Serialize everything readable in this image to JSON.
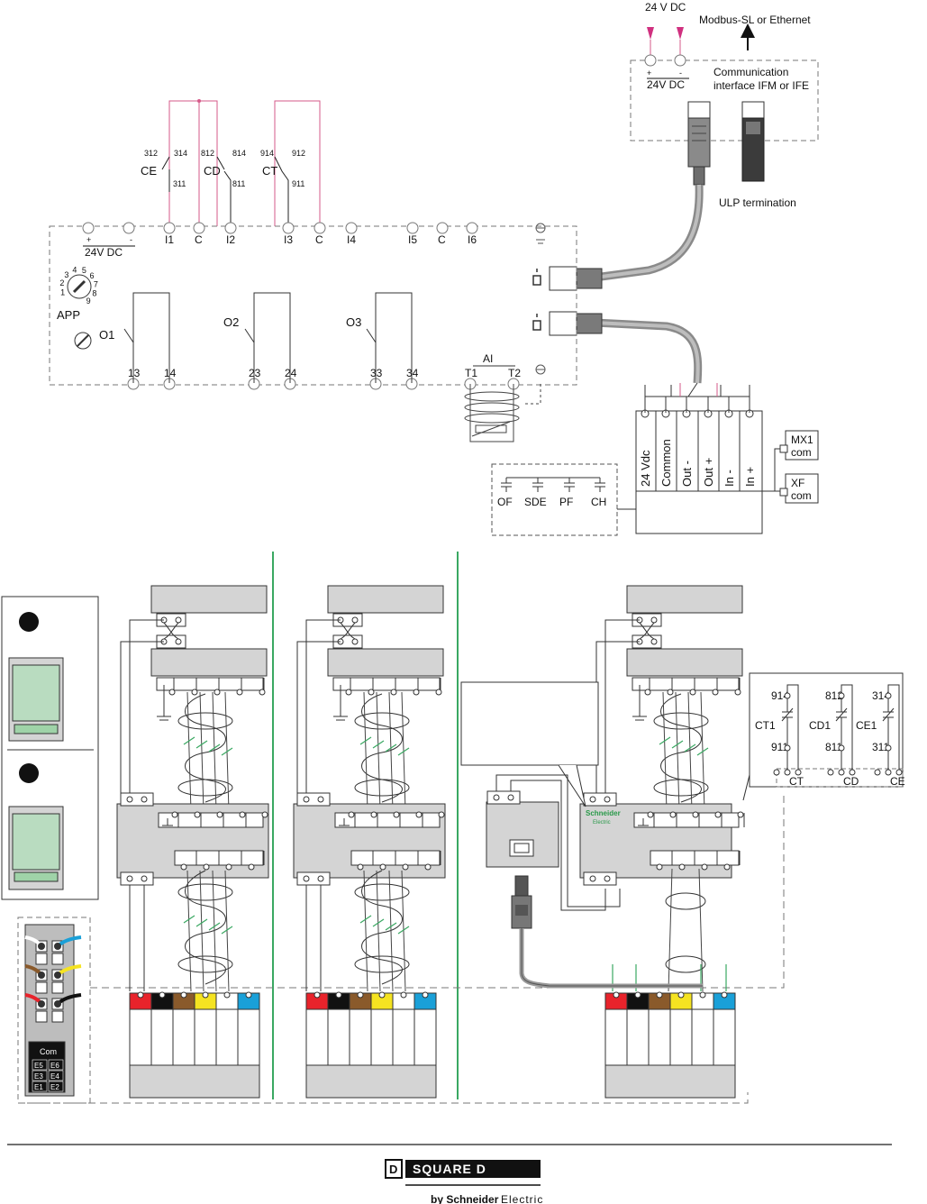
{
  "top": {
    "power_label": "24 V DC",
    "network_label": "Modbus-SL or Ethernet",
    "comm_interface_label": "Communication interface IFM or IFE",
    "comm_24v_label": "24V DC",
    "ulp_termination_label": "ULP termination",
    "io_module": {
      "power_label": "24V DC",
      "plus_label": "+",
      "minus_label": "-",
      "input_terminals": [
        "I1",
        "C",
        "I2",
        "I3",
        "C",
        "I4",
        "I5",
        "C",
        "I6"
      ],
      "output_terminals": [
        "13",
        "14",
        "23",
        "24",
        "33",
        "34",
        "T1",
        "T2"
      ],
      "outputs": [
        "O1",
        "O2",
        "O3"
      ],
      "app_label": "APP",
      "ai_label": "AI",
      "dial_digits": [
        "1",
        "2",
        "3",
        "4",
        "5",
        "6",
        "7",
        "8",
        "9"
      ]
    },
    "contacts": [
      {
        "label": "CE",
        "pins": [
          "312",
          "314",
          "311"
        ]
      },
      {
        "label": "CD",
        "pins": [
          "812",
          "814",
          "811"
        ]
      },
      {
        "label": "CT",
        "pins": [
          "914",
          "912",
          "911"
        ]
      }
    ],
    "breaker_terminals": [
      "24 Vdc",
      "Common",
      "Out -",
      "Out +",
      "In -",
      "In +"
    ],
    "accessories": [
      "MX1 com",
      "XF com"
    ],
    "indicators": [
      "OF",
      "SDE",
      "PF",
      "CH"
    ]
  },
  "bottom": {
    "switch_labels": [
      "914",
      "812",
      "314",
      "CT1",
      "CD1",
      "CE1",
      "911",
      "811",
      "311",
      "CT",
      "CD",
      "CE"
    ],
    "schneider_logo": "Schneider Electric",
    "connector_com": "Com",
    "connector_pins": [
      "E5",
      "E6",
      "E3",
      "E4",
      "E1",
      "E2"
    ]
  },
  "footer": {
    "brand": "SQUARE D",
    "by": "by Schneider",
    "electric": "Electric"
  },
  "colors": {
    "wire_pink": "#d65a8a",
    "wire_gray": "#444444",
    "fill_gray": "#d4d4d4",
    "screen_green": "#b9dcc0",
    "divider_green": "#3aa862",
    "red": "#e8232b",
    "black": "#111111",
    "brown": "#8a5a2b",
    "yellow": "#f5e321",
    "white": "#ffffff",
    "blue": "#1aa0d8"
  }
}
